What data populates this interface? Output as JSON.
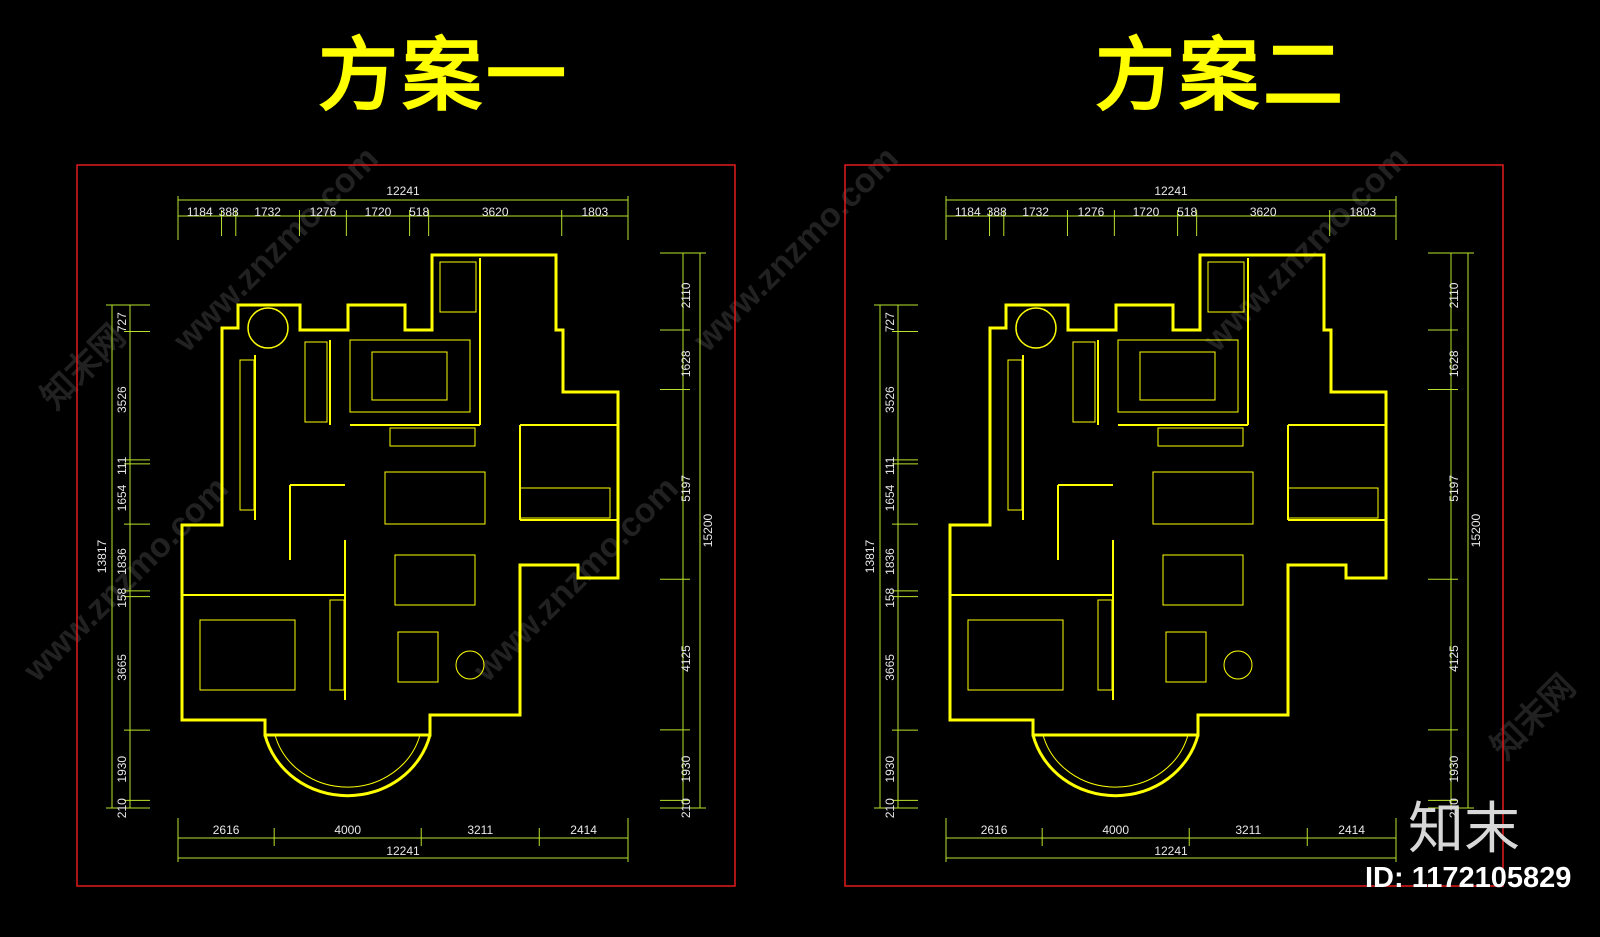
{
  "titles": {
    "plan1": "方案一",
    "plan2": "方案二"
  },
  "colors": {
    "background": "#000000",
    "title": "#ffff00",
    "frame": "#e31b1b",
    "wall": "#ffff00",
    "dim_line": "#b9e32b",
    "dim_text": "#e8e8e8"
  },
  "dims": {
    "top_total": "12241",
    "top_segments": [
      "1184",
      "388",
      "1732",
      "1276",
      "1720",
      "518",
      "3620",
      "1803"
    ],
    "bottom_segments": [
      "2616",
      "4000",
      "3211",
      "2414"
    ],
    "bottom_total": "12241",
    "left_total": "13817",
    "left_segments": [
      "727",
      "3526",
      "111",
      "1654",
      "1836",
      "158",
      "3665",
      "1930",
      "210"
    ],
    "right_total": "15200",
    "right_segments": [
      "2110",
      "1628",
      "5197",
      "4125",
      "1930",
      "210"
    ]
  },
  "watermark": {
    "site": "www.znzmo.com",
    "brand": "知末网"
  },
  "logo": {
    "text": "知末"
  },
  "image_id": "ID: 1172105829"
}
